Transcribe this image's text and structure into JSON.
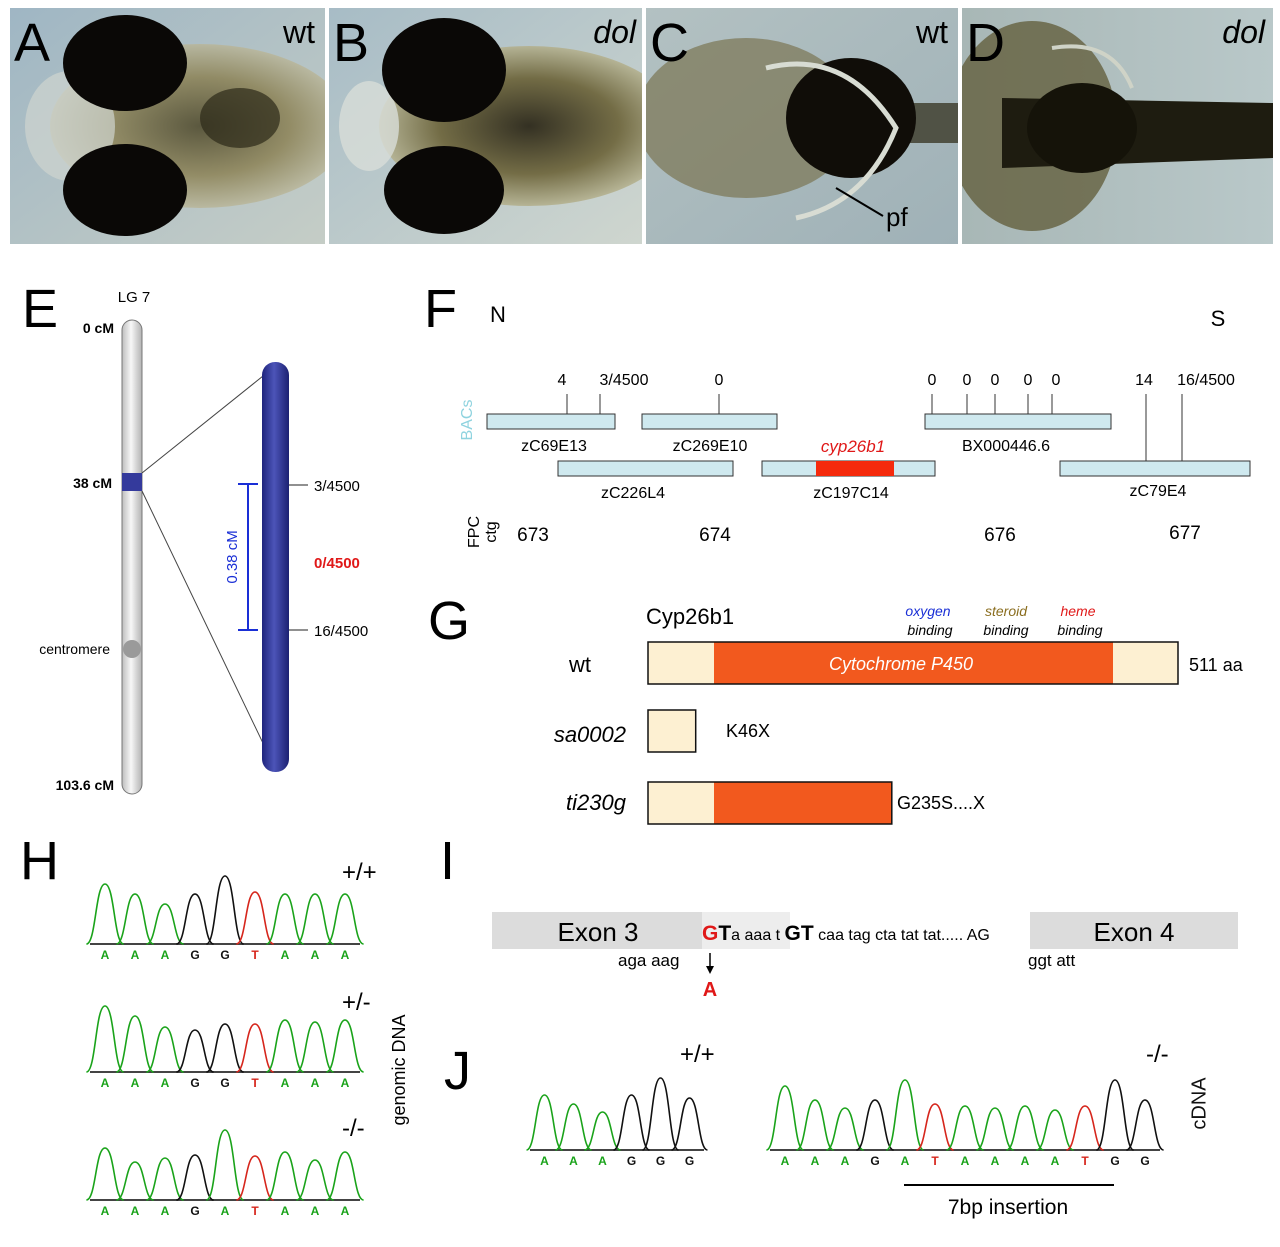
{
  "panels": {
    "A": {
      "letter": "A",
      "tag": "wt"
    },
    "B": {
      "letter": "B",
      "tag": "dol"
    },
    "C": {
      "letter": "C",
      "tag": "wt",
      "annotation": "pf"
    },
    "D": {
      "letter": "D",
      "tag": "dol"
    },
    "E": {
      "letter": "E",
      "chromosome": "LG 7",
      "top": "0 cM",
      "mid": "38 cM",
      "bottom": "103.6 cM",
      "centromere": "centromere",
      "distance": "0.38 cM",
      "marks": [
        {
          "label": "3/4500",
          "highlight": false
        },
        {
          "label": "0/4500",
          "highlight": true
        },
        {
          "label": "16/4500",
          "highlight": false
        }
      ]
    },
    "F": {
      "letter": "F",
      "north": "N",
      "south": "S",
      "bacs_label": "BACs",
      "gene": "cyp26b1",
      "counts": [
        "4",
        "3/4500",
        "0",
        "0",
        "0",
        "0",
        "0",
        "0",
        "14",
        "16/4500"
      ],
      "bacs": [
        "zC69E13",
        "zC269E10",
        "BX000446.6",
        "zC226L4",
        "zC197C14",
        "zC79E4"
      ],
      "fpc_label": "FPC",
      "ctg_label": "ctg",
      "contigs": [
        "673",
        "674",
        "676",
        "677"
      ]
    },
    "G": {
      "letter": "G",
      "protein": "Cyp26b1",
      "domains": [
        {
          "name": "oxygen",
          "color": "#1a2fd6"
        },
        {
          "name": "steroid",
          "color": "#8a6d1e"
        },
        {
          "name": "heme",
          "color": "#e01818"
        }
      ],
      "binding": "binding",
      "domain_name": "Cytochrome P450",
      "alleles": [
        {
          "name": "wt",
          "note": "511 aa",
          "fraction": 1.0
        },
        {
          "name": "sa0002",
          "note": "K46X",
          "fraction": 0.09
        },
        {
          "name": "ti230g",
          "note": "G235S....X",
          "fraction": 0.46
        }
      ]
    },
    "H": {
      "letter": "H",
      "side_label": "genomic DNA",
      "traces": [
        {
          "genotype": "+/+",
          "bases": [
            "A",
            "A",
            "A",
            "G",
            "G",
            "T",
            "A",
            "A",
            "A"
          ]
        },
        {
          "genotype": "+/-",
          "bases": [
            "A",
            "A",
            "A",
            "G",
            "G",
            "T",
            "A",
            "A",
            "A"
          ]
        },
        {
          "genotype": "-/-",
          "bases": [
            "A",
            "A",
            "A",
            "G",
            "A",
            "T",
            "A",
            "A",
            "A"
          ]
        }
      ]
    },
    "I": {
      "letter": "I",
      "exon3": "Exon 3",
      "exon4": "Exon 4",
      "seq_g": "G",
      "seq_t": "T",
      "seq_rest1": "a aaa t ",
      "seq_gt": "GT",
      "seq_rest2": " caa tag cta tat tat..... AG",
      "below_left": "aga aag",
      "mutation": "A",
      "below_right": "ggt att"
    },
    "J": {
      "letter": "J",
      "side_label": "cDNA",
      "insertion": "7bp insertion",
      "traces": [
        {
          "genotype": "+/+",
          "bases": [
            "A",
            "A",
            "A",
            "G",
            "G",
            "G"
          ]
        },
        {
          "genotype": "-/-",
          "bases": [
            "A",
            "A",
            "A",
            "G",
            "A",
            "T",
            "A",
            "A",
            "A",
            "A",
            "T",
            "G",
            "G"
          ]
        }
      ]
    }
  },
  "colors": {
    "A": "#1aa31a",
    "G": "#111111",
    "T": "#d6261c",
    "C": "#1a2fd6",
    "domain": "#f2591e",
    "utr": "#fdf0d2",
    "chrom_dark": "#343a9c",
    "bac": "#cfe9ef",
    "bacs_text": "#8fd3df"
  }
}
